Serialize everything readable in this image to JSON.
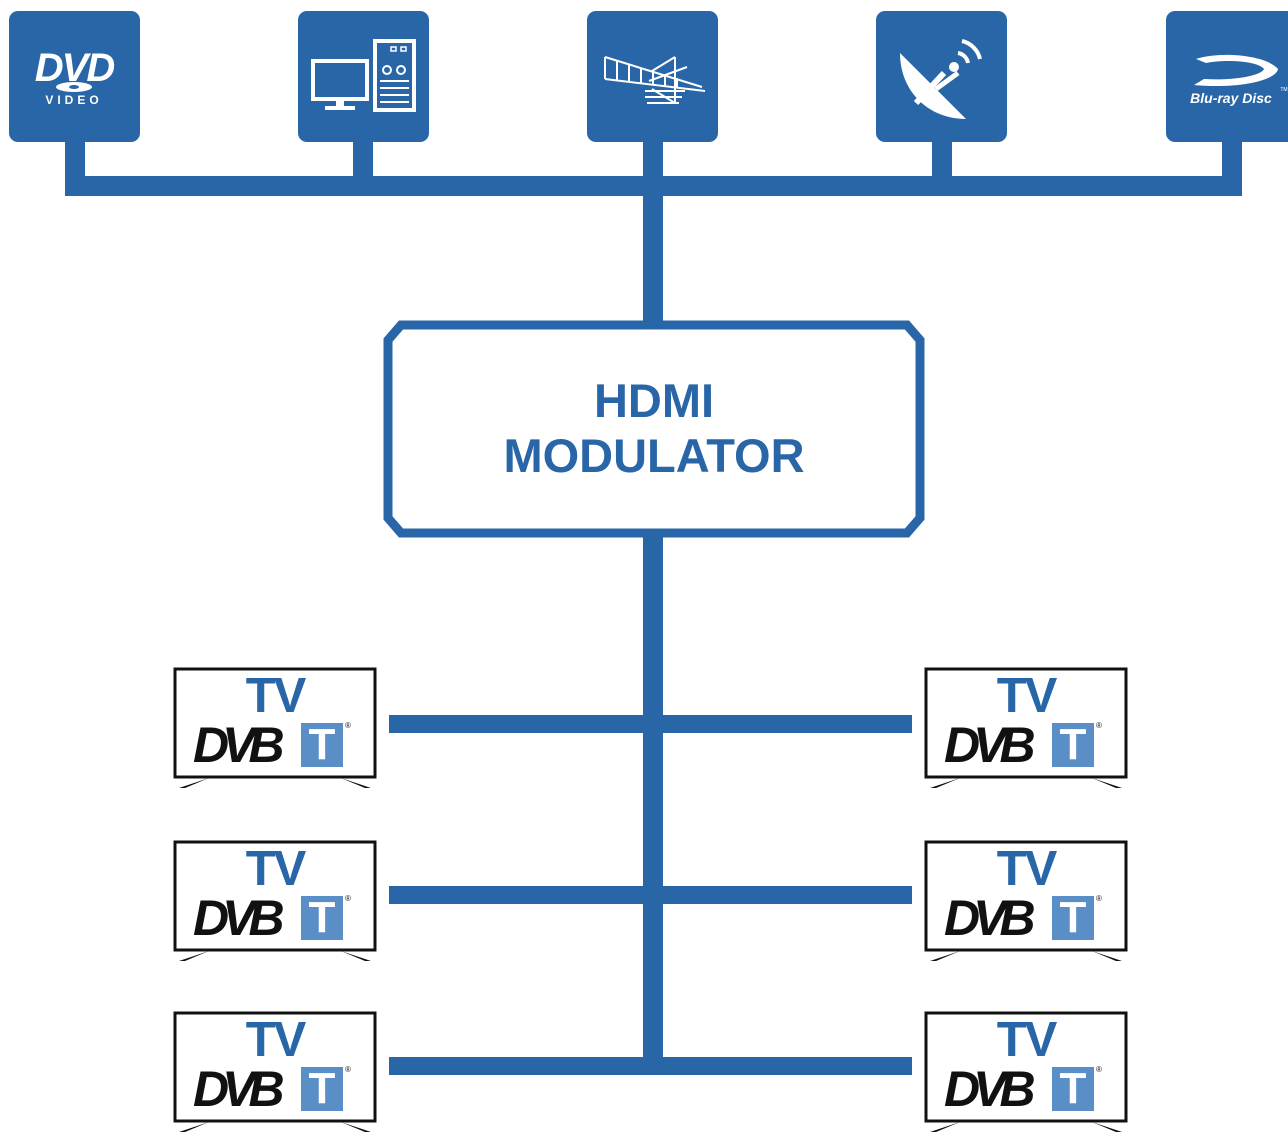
{
  "colors": {
    "primary": "#2966a8",
    "dvb_t": "#5a8ec6",
    "tv_frame": "#111111",
    "background": "#ffffff"
  },
  "sources": [
    {
      "id": "dvd",
      "icon": "dvd-video-logo-icon",
      "logo_top": "DVD",
      "logo_bottom": "VIDEO"
    },
    {
      "id": "pc",
      "icon": "computer-icon"
    },
    {
      "id": "antenna",
      "icon": "tv-antenna-icon"
    },
    {
      "id": "satellite",
      "icon": "satellite-dish-icon"
    },
    {
      "id": "bluray",
      "icon": "bluray-disc-logo-icon",
      "logo_text": "Blu-ray Disc",
      "trademark": "TM"
    }
  ],
  "modulator": {
    "line1": "HDMI",
    "line2": "MODULATOR"
  },
  "tv": {
    "label": "TV",
    "logo_text": "DVB",
    "logo_letter": "T",
    "registered": "®"
  },
  "tvs": [
    {
      "id": "tv-left-1"
    },
    {
      "id": "tv-right-1"
    },
    {
      "id": "tv-left-2"
    },
    {
      "id": "tv-right-2"
    },
    {
      "id": "tv-left-3"
    },
    {
      "id": "tv-right-3"
    }
  ]
}
